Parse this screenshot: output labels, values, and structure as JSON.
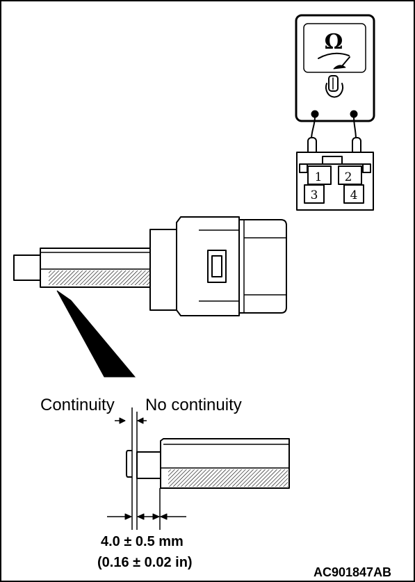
{
  "meter": {
    "symbol": "Ω"
  },
  "connector": {
    "pins": [
      "1",
      "2",
      "3",
      "4"
    ]
  },
  "labels": {
    "continuity": "Continuity",
    "no_continuity": "No continuity",
    "dimension_mm": "4.0 ± 0.5 mm",
    "dimension_in": "(0.16 ± 0.02 in)",
    "figure_code": "AC901847AB"
  }
}
